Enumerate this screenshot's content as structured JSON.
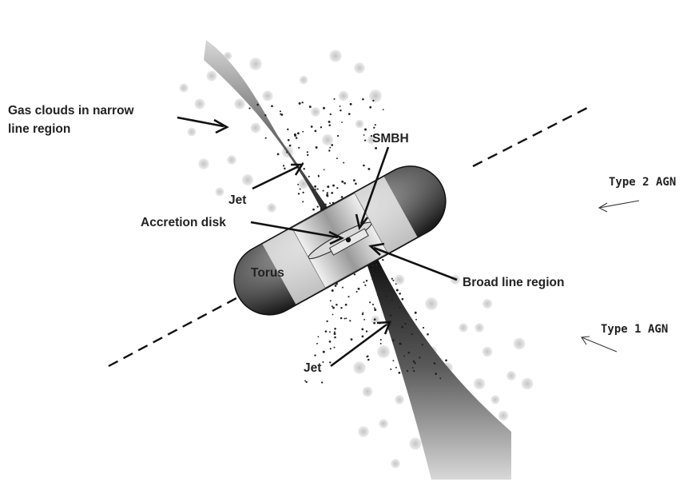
{
  "labels": {
    "gas_clouds_line1": "Gas clouds in narrow",
    "gas_clouds_line2": "line region",
    "smbh": "SMBH",
    "jet_top": "Jet",
    "accretion_disk": "Accretion disk",
    "torus": "Torus",
    "broad_line_region": "Broad line region",
    "jet_bottom": "Jet",
    "type2": "Type 2 AGN",
    "type1": "Type 1 AGN"
  },
  "colors": {
    "background": "#ffffff",
    "text": "#222222",
    "torus_dark": "#2a2a2a",
    "torus_light": "#e6e6e6",
    "jet": "#1a1a1a",
    "cloud": "#cfcfcf"
  }
}
